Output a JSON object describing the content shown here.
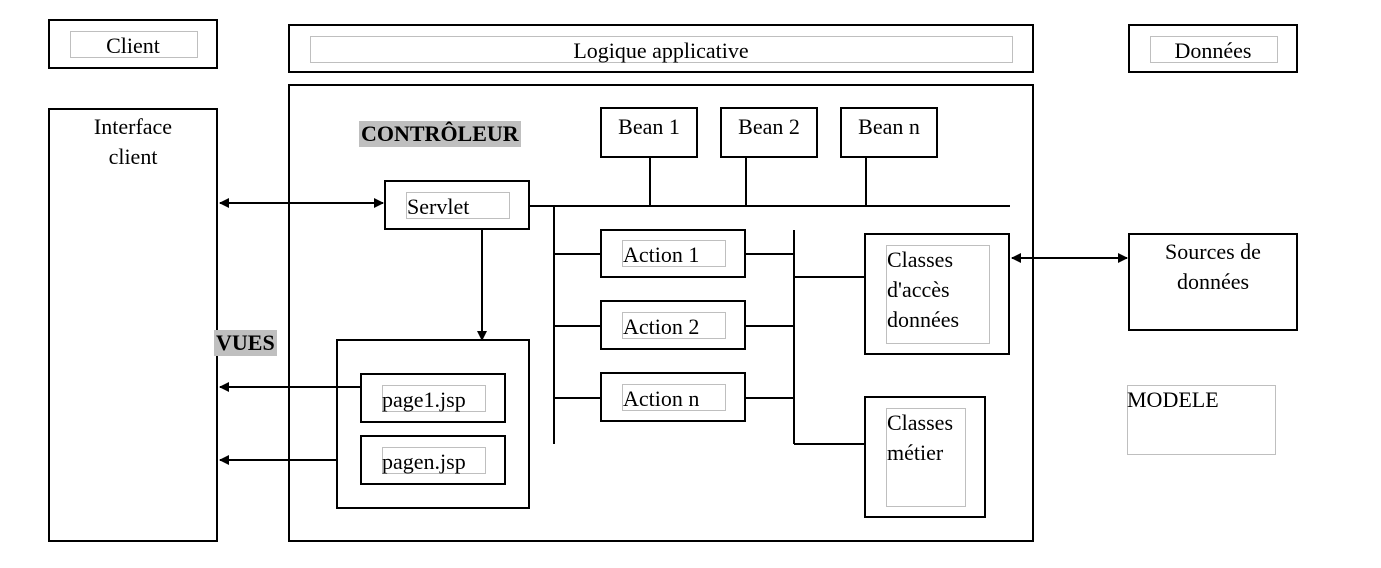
{
  "headers": {
    "client": "Client",
    "logique": "Logique applicative",
    "donnees": "Données"
  },
  "client_panel": {
    "title_line1": "Interface",
    "title_line2": "client"
  },
  "controleur": {
    "label": "CONTRÔLEUR",
    "servlet": "Servlet",
    "beans": [
      "Bean 1",
      "Bean 2",
      "Bean n"
    ],
    "actions": [
      "Action 1",
      "Action 2",
      "Action n"
    ]
  },
  "vues": {
    "label": "VUES",
    "pages": [
      "page1.jsp",
      "pagen.jsp"
    ]
  },
  "modele": {
    "label": "MODELE",
    "acces_line1": "Classes",
    "acces_line2": "d'accès",
    "acces_line3": "données",
    "metier_line1": "Classes",
    "metier_line2": "métier"
  },
  "sources": {
    "line1": "Sources de",
    "line2": "données"
  }
}
